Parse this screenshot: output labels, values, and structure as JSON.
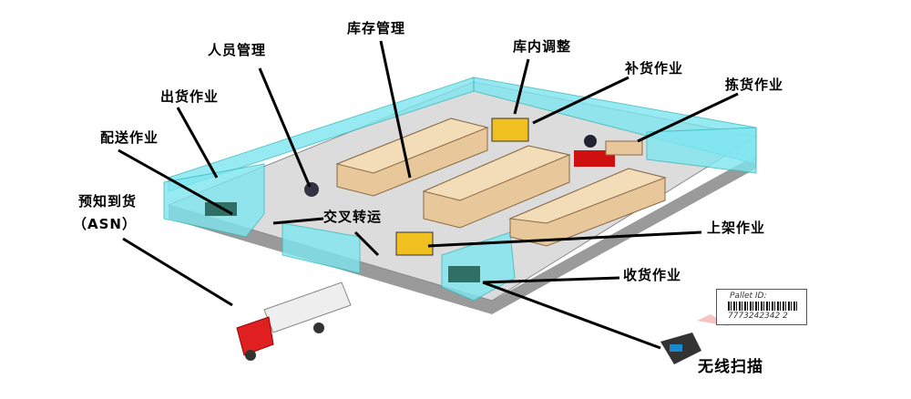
{
  "title_labels": {
    "inventory_mgmt": "库存管理",
    "staff_mgmt": "人员管理",
    "internal_adjust": "库内调整",
    "replenish": "补货作业",
    "shipping": "出货作业",
    "picking": "拣货作业",
    "delivery": "配送作业",
    "asn_line1": "预知到货",
    "asn_line2": "（ASN）",
    "cross_dock": "交叉转运",
    "putaway": "上架作业",
    "receiving": "收货作业",
    "wireless_scan": "无线扫描"
  },
  "pallet_label": {
    "title": "Pallet ID:",
    "number": "7773242342 2"
  },
  "colors": {
    "wall": "#7fe6f0",
    "floor": "#dcdcdc",
    "box": "#e8c79a",
    "truck_cab": "#e02020"
  }
}
